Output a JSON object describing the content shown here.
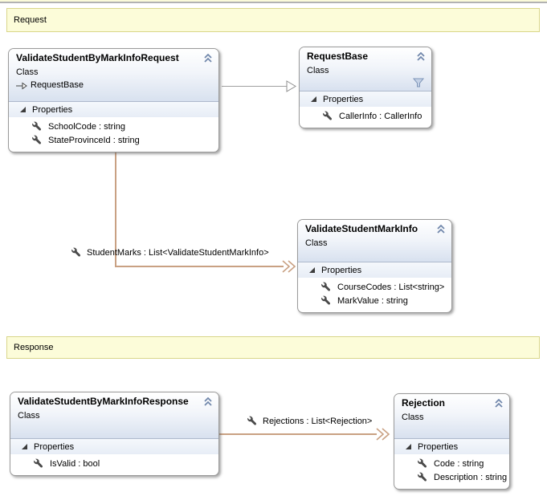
{
  "banners": {
    "request": "Request",
    "response": "Response"
  },
  "classes": {
    "request": {
      "title": "ValidateStudentByMarkInfoRequest",
      "stereotype": "Class",
      "base": "RequestBase",
      "compartment": "Properties",
      "members": [
        "SchoolCode : string",
        "StateProvinceId : string"
      ]
    },
    "request_base": {
      "title": "RequestBase",
      "stereotype": "Class",
      "compartment": "Properties",
      "members": [
        "CallerInfo : CallerInfo"
      ]
    },
    "mark_info": {
      "title": "ValidateStudentMarkInfo",
      "stereotype": "Class",
      "compartment": "Properties",
      "members": [
        "CourseCodes : List<string>",
        "MarkValue : string"
      ]
    },
    "response": {
      "title": "ValidateStudentByMarkInfoResponse",
      "stereotype": "Class",
      "compartment": "Properties",
      "members": [
        "IsValid : bool"
      ]
    },
    "rejection": {
      "title": "Rejection",
      "stereotype": "Class",
      "compartment": "Properties",
      "members": [
        "Code : string",
        "Description : string"
      ]
    }
  },
  "associations": {
    "student_marks": {
      "label": "StudentMarks : List<ValidateStudentMarkInfo>"
    },
    "rejections": {
      "label": "Rejections : List<Rejection>"
    }
  },
  "icons": {
    "collapse": "double-chevron-up",
    "expander": "black-lower-right-triangle",
    "member": "wrench",
    "filter": "funnel",
    "inheritance": "open-arrow-right"
  },
  "colors": {
    "banner_bg": "#fcfcd9",
    "banner_border": "#d9d68a",
    "box_border": "#9a9a9a",
    "header_gradient_end": "#d8e1ef",
    "association_line": "#c9a183",
    "inheritance_line": "#a0a0a0",
    "chevron_blue": "#7288ac"
  }
}
